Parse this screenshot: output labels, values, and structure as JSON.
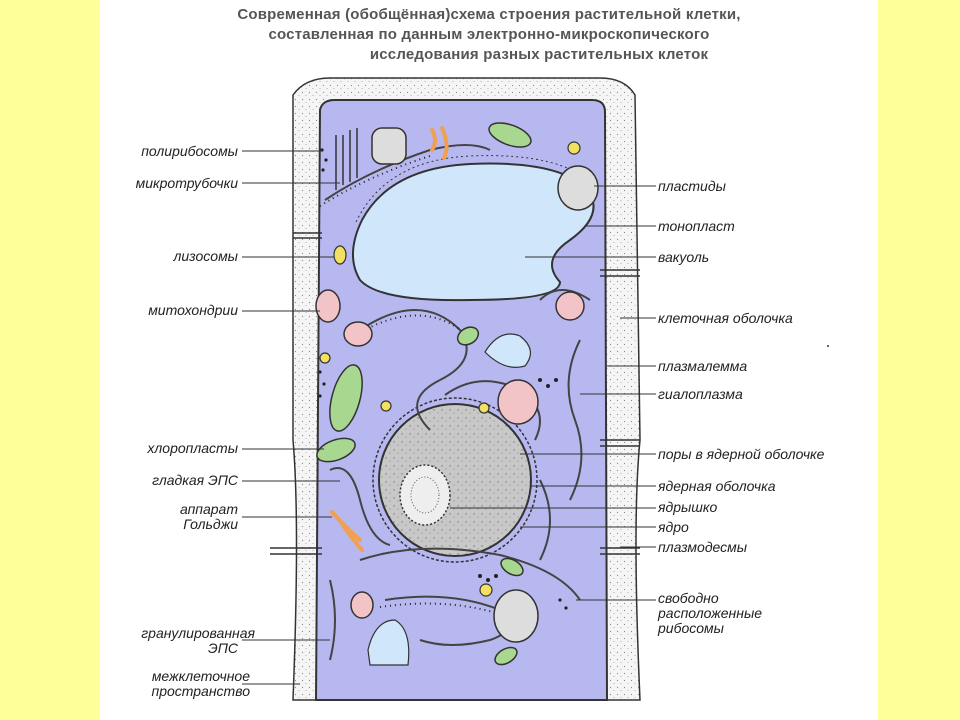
{
  "title": {
    "line1": "Современная (обобщённая)схема строения растительной клетки,",
    "line2": "составленная по данным электронно-микроскопического",
    "line3": "исследования разных растительных клеток"
  },
  "labels_left": {
    "polyribosomes": "полирибосомы",
    "microtubules": "микротрубочки",
    "lysosomes": "лизосомы",
    "mitochondria": "митохондрии",
    "chloroplasts": "хлоропласты",
    "smooth_er": "гладкая ЭПС",
    "golgi_1": "аппарат",
    "golgi_2": "Гольджи",
    "rough_er_1": "гранулированная",
    "rough_er_2": "ЭПС",
    "intercellular_1": "межклеточное",
    "intercellular_2": "пространство"
  },
  "labels_right": {
    "plastids": "пластиды",
    "tonoplast": "тонопласт",
    "vacuole": "вакуоль",
    "cell_wall": "клеточная оболочка",
    "plasmalemma": "плазмалемма",
    "hyaloplasm": "гиалоплазма",
    "nuclear_pores": "поры в ядерной оболочке",
    "nuclear_envelope": "ядерная оболочка",
    "nucleolus": "ядрышко",
    "nucleus": "ядро",
    "plasmodesmata": "плазмодесмы",
    "free_ribosomes_1": "свободно",
    "free_ribosomes_2": "расположенные",
    "free_ribosomes_3": "рибосомы"
  },
  "colors": {
    "background": "#ffff99",
    "panel": "#ffffff",
    "cytoplasm": "#b8b8f0",
    "vacuole": "#cfe6fb",
    "cell_wall": "#f4f4f4",
    "nucleus": "#c4c4c4",
    "mitochondria": "#f2c4c8",
    "chloroplast": "#a8d890",
    "golgi": "#f0a050",
    "lysosome": "#f4e060"
  }
}
